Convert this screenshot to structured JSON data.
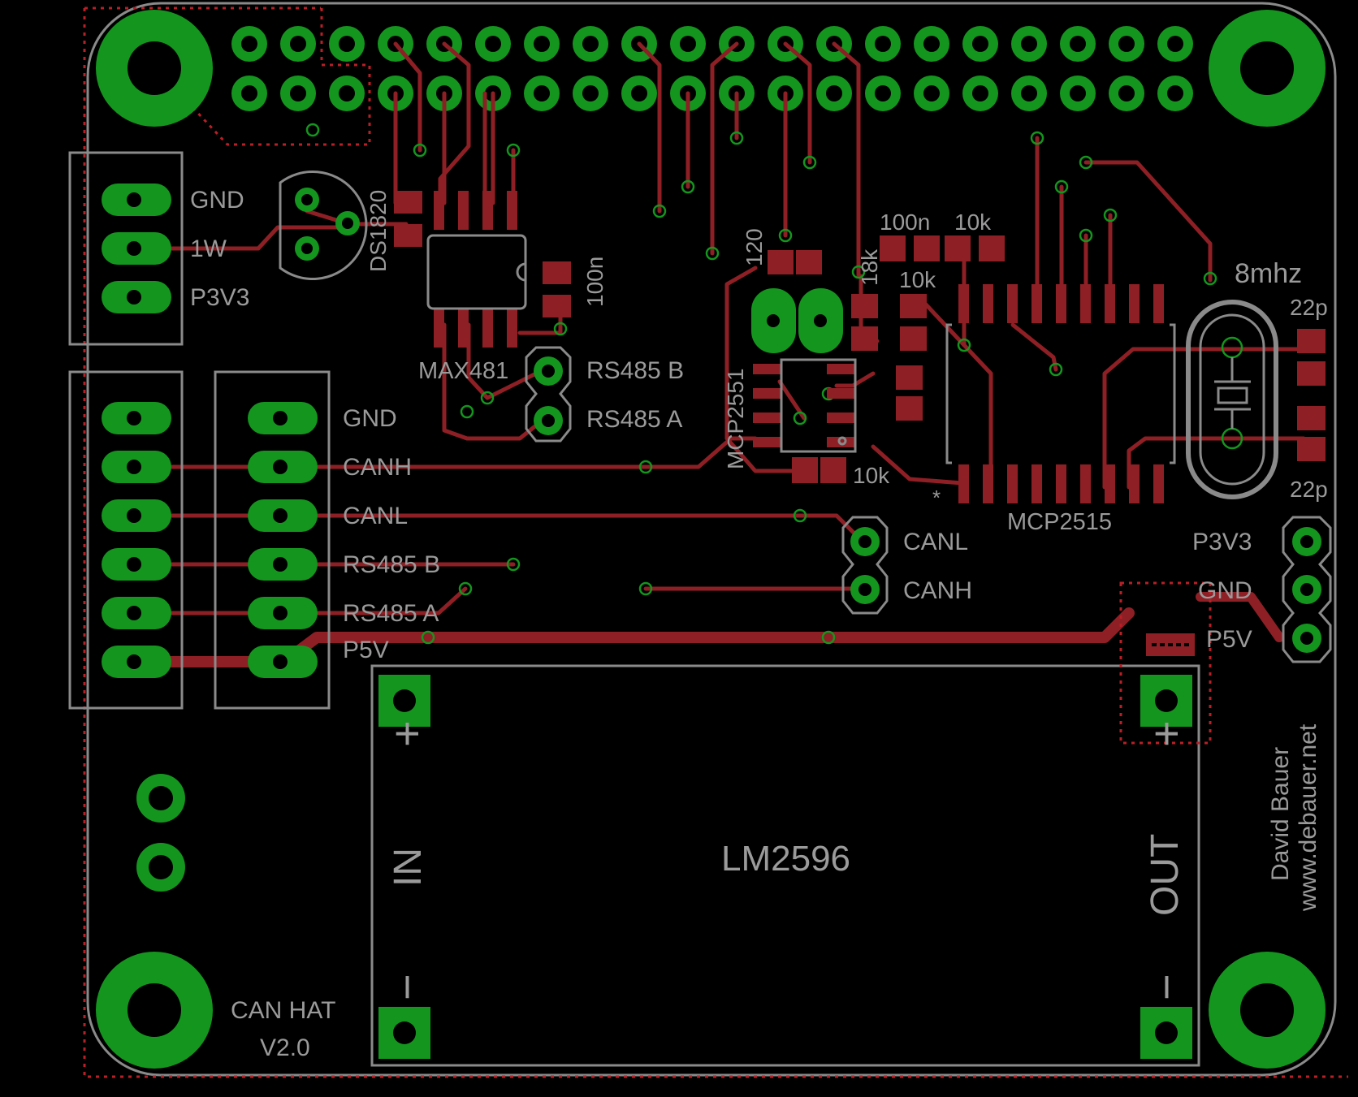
{
  "board": {
    "name": "CAN HAT",
    "version": "V2.0",
    "author": "David Bauer",
    "website": "www.debauer.net"
  },
  "colors": {
    "background": "#000000",
    "copper_trace": "#8e1f25",
    "pad": "#14951e",
    "silkscreen": "#9a9a9a",
    "outline": "#b81f26"
  },
  "connectors": {
    "onewire": [
      "GND",
      "1W",
      "P3V3"
    ],
    "bus": [
      "GND",
      "CANH",
      "CANL",
      "RS485 B",
      "RS485 A",
      "P5V"
    ],
    "rs485": [
      "RS485 B",
      "RS485 A"
    ],
    "can": [
      "CANL",
      "CANH"
    ],
    "power": [
      "P3V3",
      "GND",
      "P5V"
    ]
  },
  "components": {
    "sensor": "DS1820",
    "rs485_transceiver": "MAX481",
    "can_transceiver": "MCP2551",
    "can_controller": "MCP2515",
    "regulator": "LM2596",
    "crystal": "8mhz"
  },
  "values": {
    "cap_max481": "100n",
    "cap_top": "100n",
    "res_10k_top": "10k",
    "res_10k_mid": "10k",
    "res_10k_bottom": "10k",
    "res_18k": "18k",
    "res_120": "120",
    "cap_22p_top": "22p",
    "cap_22p_bottom": "22p"
  },
  "regulator_labels": {
    "in": "IN",
    "out": "OUT",
    "plus_in": "+",
    "plus_out": "+",
    "minus_in": "−",
    "minus_out": "−"
  },
  "misc": {
    "star_mcp2515": "*"
  }
}
